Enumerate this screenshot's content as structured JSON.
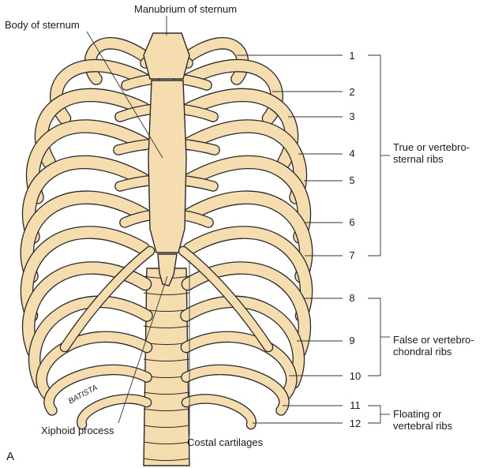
{
  "labels": {
    "manubrium": "Manubrium of sternum",
    "body": "Body of sternum",
    "xiphoid": "Xiphoid process",
    "costal": "Costal cartilages",
    "true_ribs": "True or vertebro-\nsternal ribs",
    "false_ribs": "False or vertebro-\nchondral ribs",
    "floating_ribs": "Floating or\nvertebral ribs",
    "panel": "A",
    "signature": "BATISTA"
  },
  "rib_numbers": [
    "1",
    "2",
    "3",
    "4",
    "5",
    "6",
    "7",
    "8",
    "9",
    "10",
    "11",
    "12"
  ],
  "colors": {
    "bone": "#f6ddb0",
    "outline": "#2a2a2a",
    "leader": "#333333"
  }
}
